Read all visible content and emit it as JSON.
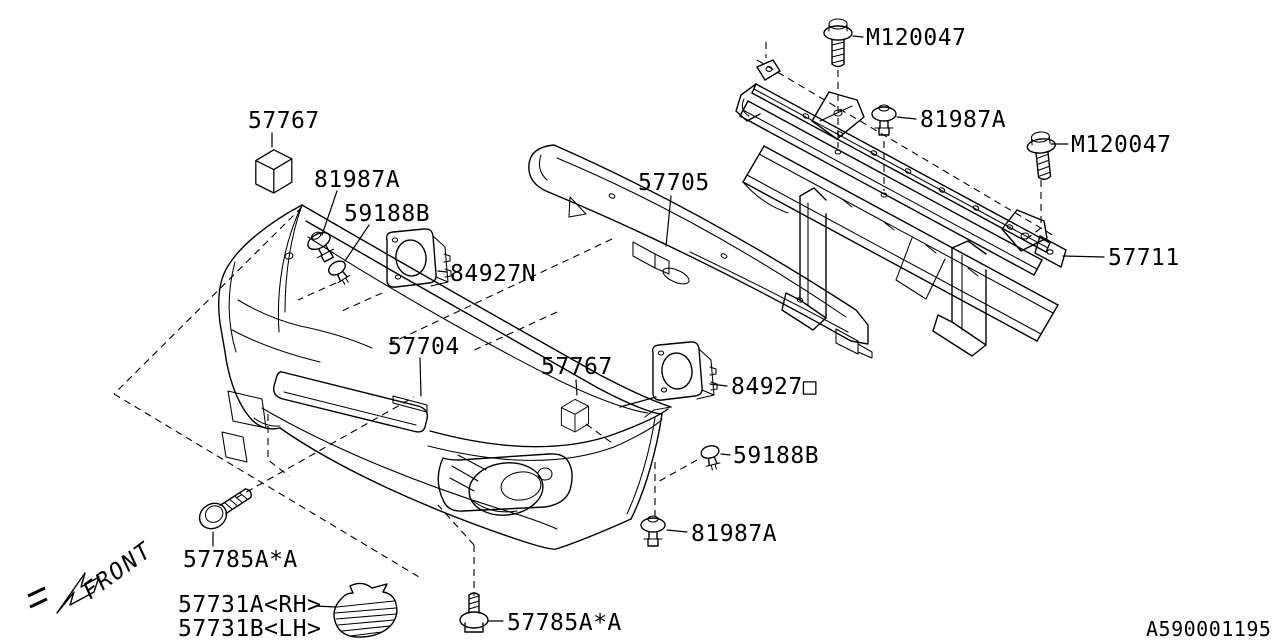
{
  "diagram": {
    "kind": "exploded-parts-diagram",
    "drawing_number": "A590001195",
    "front_label": "FRONT",
    "line_color": "#000000",
    "background_color": "#ffffff",
    "parts": [
      {
        "label": "M120047",
        "icon": "flange-bolt-icon"
      },
      {
        "label": "81987A",
        "icon": "trim-clip-icon"
      },
      {
        "label": "M120047",
        "icon": "flange-bolt-icon"
      },
      {
        "label": "57711",
        "icon": "radiator-upper-support-drawing"
      },
      {
        "label": "57705",
        "icon": "bumper-beam-drawing"
      },
      {
        "label": "57767",
        "icon": "cushion-block-icon"
      },
      {
        "label": "81987A",
        "icon": "trim-clip-icon"
      },
      {
        "label": "59188B",
        "icon": "push-clip-icon"
      },
      {
        "label": "84927N",
        "icon": "mount-bracket-icon"
      },
      {
        "label": "57704",
        "icon": "bumper-face-drawing"
      },
      {
        "label": "57767",
        "icon": "cushion-block-icon"
      },
      {
        "label": "84927□",
        "icon": "mount-bracket-icon"
      },
      {
        "label": "59188B",
        "icon": "push-clip-icon"
      },
      {
        "label": "81987A",
        "icon": "trim-clip-icon"
      },
      {
        "label": "57785A*A",
        "icon": "tapping-screw-icon"
      },
      {
        "label": "57731A<RH>",
        "icon": "fog-cover-drawing"
      },
      {
        "label": "57731B<LH>",
        "icon": "fog-cover-drawing"
      },
      {
        "label": "57785A*A",
        "icon": "tapping-screw-icon"
      }
    ]
  }
}
